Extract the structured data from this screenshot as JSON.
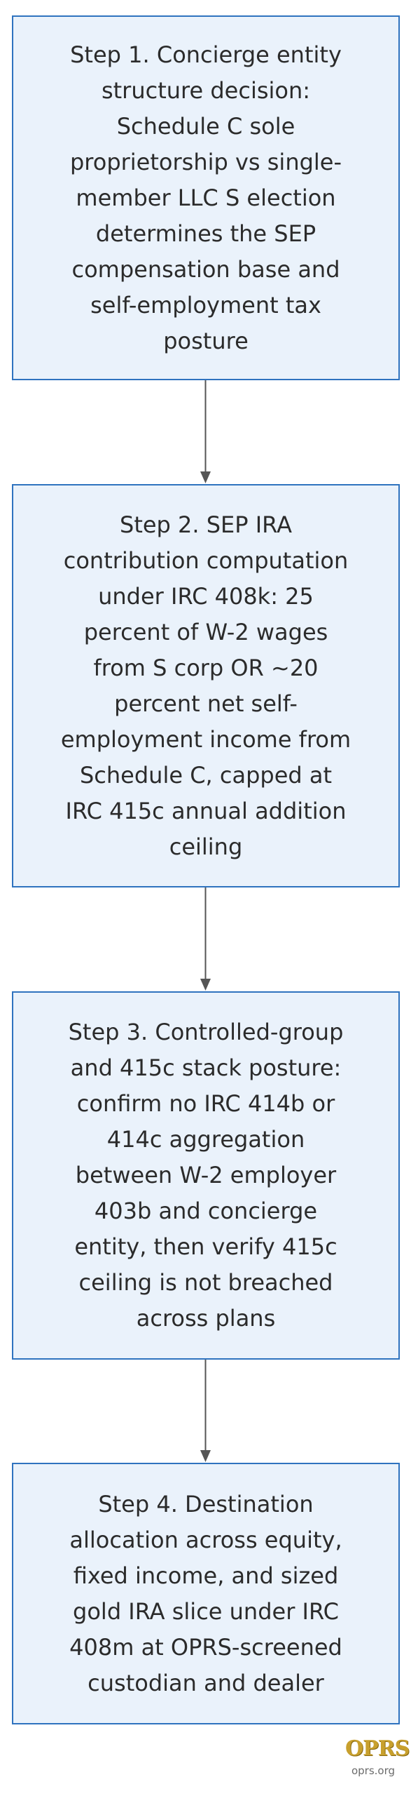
{
  "diagram": {
    "steps": [
      {
        "text": "Step 1. Concierge entity structure decision: Schedule C sole proprietorship vs single-member LLC S election determines the SEP compensation base and self-employment tax posture"
      },
      {
        "text": "Step 2. SEP IRA contribution computation under IRC 408k: 25 percent of W-2 wages from S corp OR ~20 percent net self-employment income from Schedule C, capped at IRC 415c annual addition ceiling"
      },
      {
        "text": "Step 3. Controlled-group and 415c stack posture: confirm no IRC 414b or 414c aggregation between W-2 employer 403b and concierge entity, then verify 415c ceiling is not breached across plans"
      },
      {
        "text": "Step 4. Destination allocation across equity, fixed income, and sized gold IRA slice under IRC 408m at OPRS-screened custodian and dealer"
      }
    ],
    "colors": {
      "box_fill": "#eaf2fb",
      "box_border": "#2f73bf",
      "arrow": "#555555",
      "logo": "#c8a02d"
    }
  },
  "brand": {
    "logo_text": "OPRS",
    "url": "oprs.org"
  }
}
